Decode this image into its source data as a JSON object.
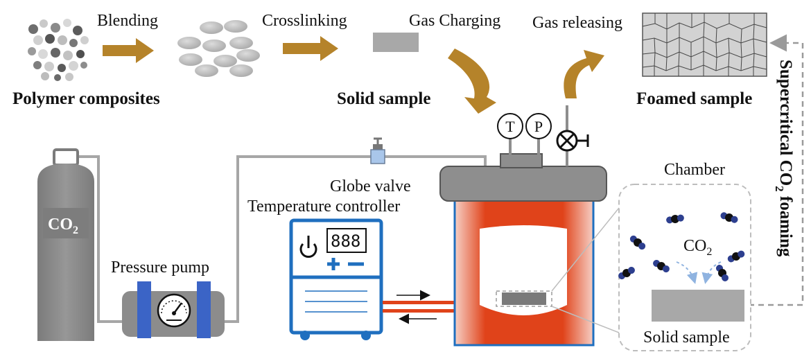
{
  "steps": {
    "blending": "Blending",
    "crosslinking": "Crosslinking",
    "gas_charging": "Gas Charging",
    "gas_releasing": "Gas releasing"
  },
  "samples": {
    "polymer_composites": "Polymer composites",
    "solid_sample": "Solid sample",
    "foamed_sample": "Foamed sample"
  },
  "equipment": {
    "co2_tank": {
      "formula": "CO",
      "subscript": "2"
    },
    "pressure_pump": "Pressure pump",
    "globe_valve": "Globe valve",
    "temperature_controller": "Temperature controller",
    "display_value": "888",
    "gauge_t": "T",
    "gauge_p": "P"
  },
  "chamber": {
    "title": "Chamber",
    "gas": {
      "formula": "CO",
      "subscript": "2"
    },
    "solid_sample": "Solid sample"
  },
  "side_label": {
    "text": "Supercritical CO",
    "subscript": "2",
    "suffix": " foaming"
  },
  "colors": {
    "arrow_gold": "#b5832a",
    "pipe_gray": "#a6a6a6",
    "tank_gray": "#8c8c8c",
    "controller_blue": "#1f6fbf",
    "pump_blue": "#3b64c6",
    "heater_red": "#e0431a",
    "sample_gray": "#a8a8a8"
  }
}
